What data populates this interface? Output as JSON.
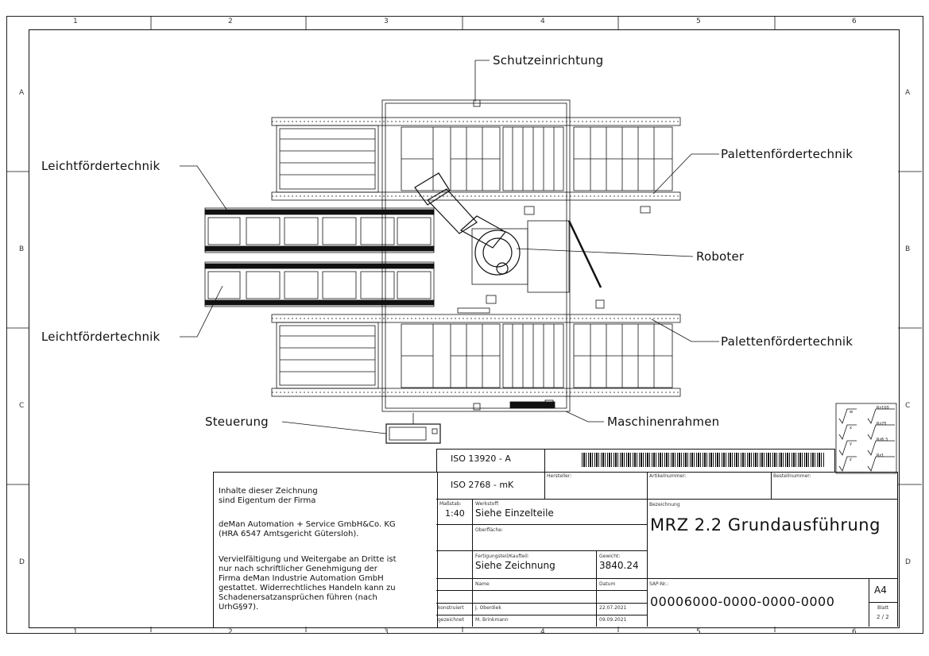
{
  "grid": {
    "columns": [
      "1",
      "2",
      "3",
      "4",
      "5",
      "6"
    ],
    "rows": [
      "A",
      "B",
      "C",
      "D"
    ]
  },
  "labels": {
    "protection": "Schutzeinrichtung",
    "light_conveyor_top": "Leichtfördertechnik",
    "light_conveyor_bottom": "Leichtfördertechnik",
    "pallet_conveyor_top": "Palettenfördertechnik",
    "pallet_conveyor_bottom": "Palettenfördertechnik",
    "robot": "Roboter",
    "control": "Steuerung",
    "machine_frame": "Maschinenrahmen"
  },
  "surface_symbols": [
    {
      "symbol": "w",
      "value": "Rz100"
    },
    {
      "symbol": "x",
      "value": "Rz25"
    },
    {
      "symbol": "y",
      "value": "Rz6.3"
    },
    {
      "symbol": "z",
      "value": "Rz1"
    }
  ],
  "title_block": {
    "iso_tolerance_1": "ISO 13920 - A",
    "iso_tolerance_2": "ISO 2768 - mK",
    "copyright_1": "Inhalte dieser Zeichnung",
    "copyright_2": "sind Eigentum der Firma",
    "copyright_3": "deMan Automation + Service GmbH&Co. KG",
    "copyright_4": "(HRA 6547 Amtsgericht Gütersloh).",
    "copyright_5": "Vervielfältigung und Weitergabe an Dritte ist",
    "copyright_6": "nur nach schriftlicher Genehmigung der",
    "copyright_7": "Firma deMan Industrie Automation GmbH",
    "copyright_8": "gestattet. Widerrechtliches Handeln kann zu",
    "copyright_9": "Schadenersatzansprüchen führen (nach",
    "copyright_10": "UrhG§97).",
    "hersteller_label": "Hersteller:",
    "artikel_label": "Artikelnummer:",
    "bestell_label": "Bestellnummer:",
    "massstab_label": "Maßstab:",
    "massstab_value": "1:40",
    "werkstoff_label": "Werkstoff:",
    "werkstoff_value": "Siehe Einzelteile",
    "oberflaeche_label": "Oberfläche:",
    "bezeichnung_label": "Bezeichnung",
    "bezeichnung_value": "MRZ 2.2 Grundausführung",
    "fertigungsteil_label": "Fertigungsteil/Kaufteil:",
    "fertigungsteil_value": "Siehe Zeichnung",
    "gewicht_label": "Gewicht:",
    "gewicht_value": "3840.24",
    "name_label": "Name",
    "datum_label": "Datum",
    "sap_label": "SAP-Nr.:",
    "sap_value": "00006000-0000-0000-0000",
    "format": "A4",
    "konstruiert_label": "konstruiert",
    "konstruiert_name": "J. Oberdiek",
    "konstruiert_date": "22.07.2021",
    "gezeichnet_label": "gezeichnet",
    "gezeichnet_name": "M. Brinkmann",
    "gezeichnet_date": "09.09.2021",
    "blatt_label": "Blatt",
    "blatt_value": "2 / 2"
  }
}
